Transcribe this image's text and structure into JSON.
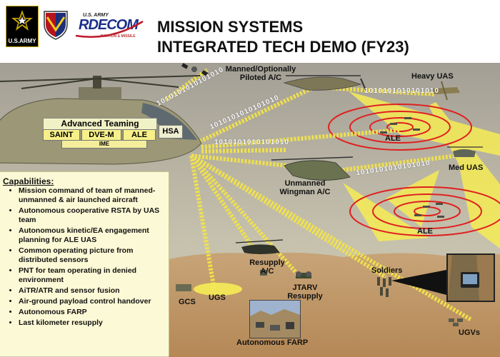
{
  "header": {
    "title_line1": "MISSION SYSTEMS",
    "title_line2": "INTEGRATED TECH DEMO (FY23)",
    "army_logo_text": "U.S.ARMY",
    "rdecom_small": "U.S. ARMY",
    "rdecom_name": "RDECOM",
    "rdecom_sub": "AVIATION & MISSILE"
  },
  "teaming": {
    "header": "Advanced Teaming",
    "modules": [
      "SAINT",
      "DVE-M",
      "ALE"
    ],
    "ime": "IME",
    "hsa": "HSA"
  },
  "labels": {
    "manned_line1": "Manned/Optionally",
    "manned_line2": "Piloted A/C",
    "heavy_uas": "Heavy UAS",
    "med_uas": "Med UAS",
    "ale_top": "ALE",
    "ale_bottom": "ALE",
    "unmanned_line1": "Unmanned",
    "unmanned_line2": "Wingman A/C",
    "resupply_line1": "Resupply",
    "resupply_line2": "A/C",
    "soldiers": "Soldiers",
    "jtarv_line1": "JTARV",
    "jtarv_line2": "Resupply",
    "gcs": "GCS",
    "ugs": "UGS",
    "autonomous_farp": "Autonomous FARP",
    "ugvs": "UGVs"
  },
  "binary_stream": "1010101010101010",
  "capabilities": {
    "title": "Capabilities:",
    "items": [
      "Mission command of team of manned-unmanned & air launched aircraft",
      "Autonomous cooperative RSTA by UAS team",
      "Autonomous kinetic/EA engagement planning for ALE UAS",
      "Common operating picture from distributed sensors",
      "PNT for team operating in denied environment",
      "AiTR/ATR and sensor fusion",
      "Air-ground payload control handover",
      "Autonomous FARP",
      "Last kilometer resupply"
    ]
  },
  "colors": {
    "sky_top": "#9c9c94",
    "sky_bottom": "#c8c3ad",
    "ground": "#c49a6c",
    "beam": "#f6ec55",
    "ring": "#e02020",
    "binary_path": "#f2e34a",
    "capabilities_bg": "#fcf9d6"
  }
}
